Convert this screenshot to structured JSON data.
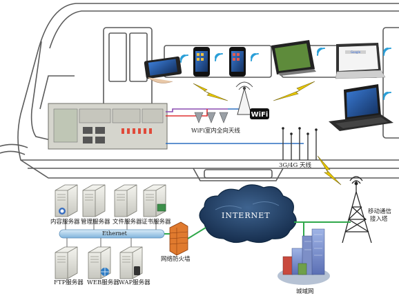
{
  "labels": {
    "wifi_badge": "WiFi",
    "wifi_antenna": "WiFi室内全向天线",
    "antenna_3g4g": "3G/4G 天线",
    "base_station": "移动通信",
    "base_station_line2": "接入塔",
    "internet": "INTERNET",
    "ethernet": "Ethernet",
    "firewall": "网络防火墙",
    "city_network": "城域网",
    "servers": {
      "content": "内容服务器",
      "management": "管理服务器",
      "file": "文件服务器",
      "certificate": "证书服务器",
      "ftp": "FTP服务器",
      "web": "WEB服务器",
      "wap": "WAP服务器"
    }
  },
  "colors": {
    "cloud": "#1e3f66",
    "cloud_dark": "#0f2740",
    "lightning": "#e8c700",
    "wifi_signal": "#2a9fd8",
    "connection_line": "#2fa84a",
    "firewall": "#e07a2e",
    "train_outline": "#555555",
    "ethernet_bar": "#9ec7e6"
  }
}
